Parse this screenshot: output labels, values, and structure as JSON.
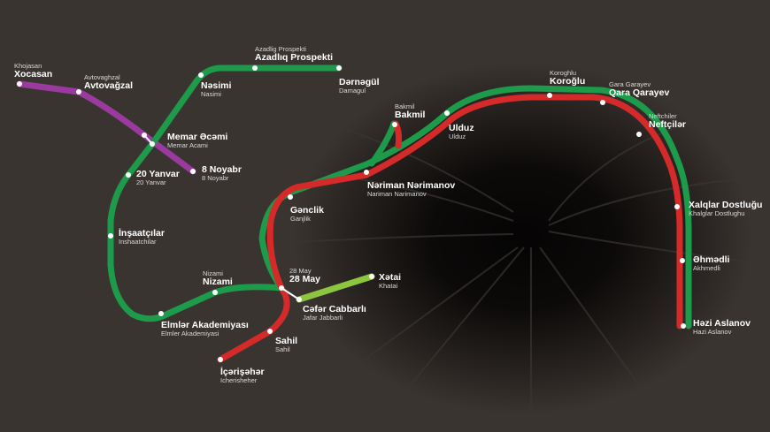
{
  "colors": {
    "green": "#1d9a4a",
    "red": "#d42a2a",
    "purple": "#9b3a9e",
    "lightgreen": "#8cc63f"
  },
  "stations": {
    "xocasan": {
      "name": "Xocasan",
      "sub": "Khojasan"
    },
    "avtovagzal": {
      "name": "Avtovağzal",
      "sub": "Avtovaghzal"
    },
    "memar": {
      "name": "Memar Əcəmi",
      "sub": "Memar Acami"
    },
    "noyabr": {
      "name": "8 Noyabr",
      "sub": "8 Noyabr"
    },
    "azadliq": {
      "name": "Azadlıq Prospekti",
      "sub": "Azadlig Prospekti"
    },
    "darnagul": {
      "name": "Dərnəgül",
      "sub": "Damagul"
    },
    "nasimi": {
      "name": "Nəsimi",
      "sub": "Nasimi"
    },
    "yanvar": {
      "name": "20 Yanvar",
      "sub": "20 Yanvar"
    },
    "insaatcilar": {
      "name": "İnşaatçılar",
      "sub": "Inshaatchilar"
    },
    "elmler": {
      "name": "Elmlər Akademiyası",
      "sub": "Elmler Akademiyasi"
    },
    "nizami": {
      "name": "Nizami",
      "sub": "Nizami"
    },
    "may28": {
      "name": "28 May",
      "sub": "28 May"
    },
    "cabbarli": {
      "name": "Cəfər Cabbarlı",
      "sub": "Jafar Jabbarli"
    },
    "xatai": {
      "name": "Xətai",
      "sub": "Khatai"
    },
    "sahil": {
      "name": "Sahil",
      "sub": "Sahil"
    },
    "icerisheher": {
      "name": "İçərişəhər",
      "sub": "Icherisheher"
    },
    "genclik": {
      "name": "Gənclik",
      "sub": "Ganjlik"
    },
    "narimanov": {
      "name": "Nəriman Nərimanov",
      "sub": "Nariman Narimanov"
    },
    "bakmil": {
      "name": "Bakmil",
      "sub": "Bakmil"
    },
    "ulduz": {
      "name": "Ulduz",
      "sub": "Ulduz"
    },
    "koroglu": {
      "name": "Koroğlu",
      "sub": "Koroghlu"
    },
    "qarayev": {
      "name": "Qara Qarayev",
      "sub": "Gara Garayev"
    },
    "neftcilar": {
      "name": "Neftçilər",
      "sub": "Neftchiler"
    },
    "xalqlar": {
      "name": "Xalqlar Dostluğu",
      "sub": "Khalglar Dostlughu"
    },
    "ahmadli": {
      "name": "Əhmədli",
      "sub": "Akhmedli"
    },
    "aslanov": {
      "name": "Həzi Aslanov",
      "sub": "Hazi Aslanov"
    }
  }
}
